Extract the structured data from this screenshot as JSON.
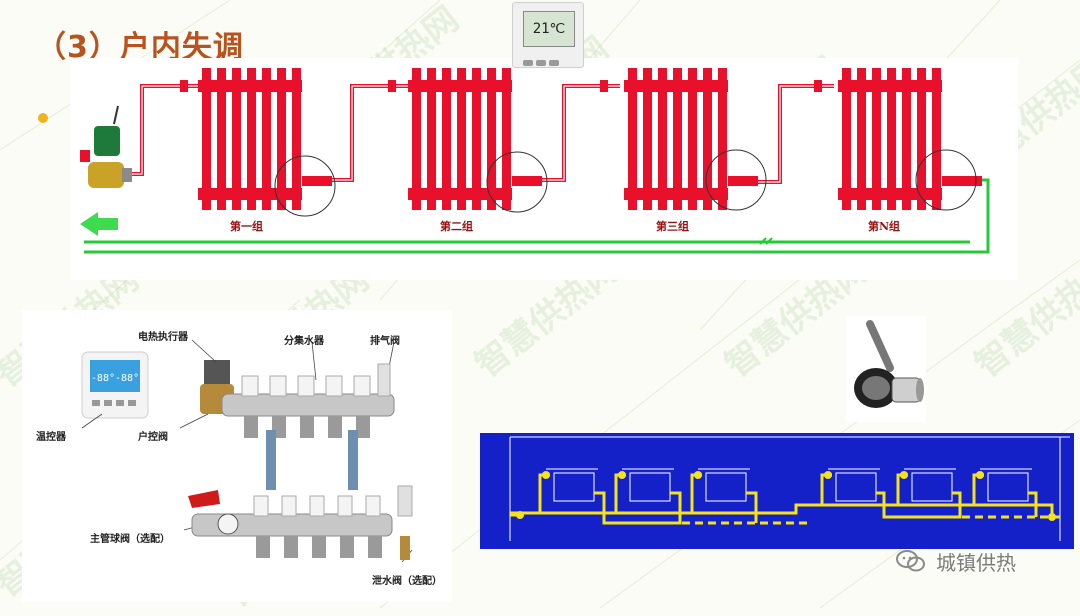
{
  "slide": {
    "title": "（3）户内失调",
    "watermark_text": "智慧供热网"
  },
  "thermostat_top": {
    "display": "21℃"
  },
  "radiators": [
    {
      "label": "第一组"
    },
    {
      "label": "第二组"
    },
    {
      "label": "第三组"
    },
    {
      "label": "第N组"
    }
  ],
  "manifold_diagram": {
    "labels": {
      "actuator": "电热执行器",
      "distributor": "分集水器",
      "air_valve": "排气阀",
      "thermostat": "温控器",
      "household_valve": "户控阀",
      "main_ball_valve": "主管球阀（选配）",
      "drain_valve": "泄水阀（选配）"
    },
    "thermostat_display": "-88°-88°"
  },
  "brand": {
    "name": "城镇供热"
  },
  "colors": {
    "title": "#b8531e",
    "pipe_red": "#e8102a",
    "pipe_green": "#27c93a",
    "blue_panel": "#1420c8",
    "blue_panel_pipe": "#f5e31a",
    "bullet": "#f2b21c"
  }
}
